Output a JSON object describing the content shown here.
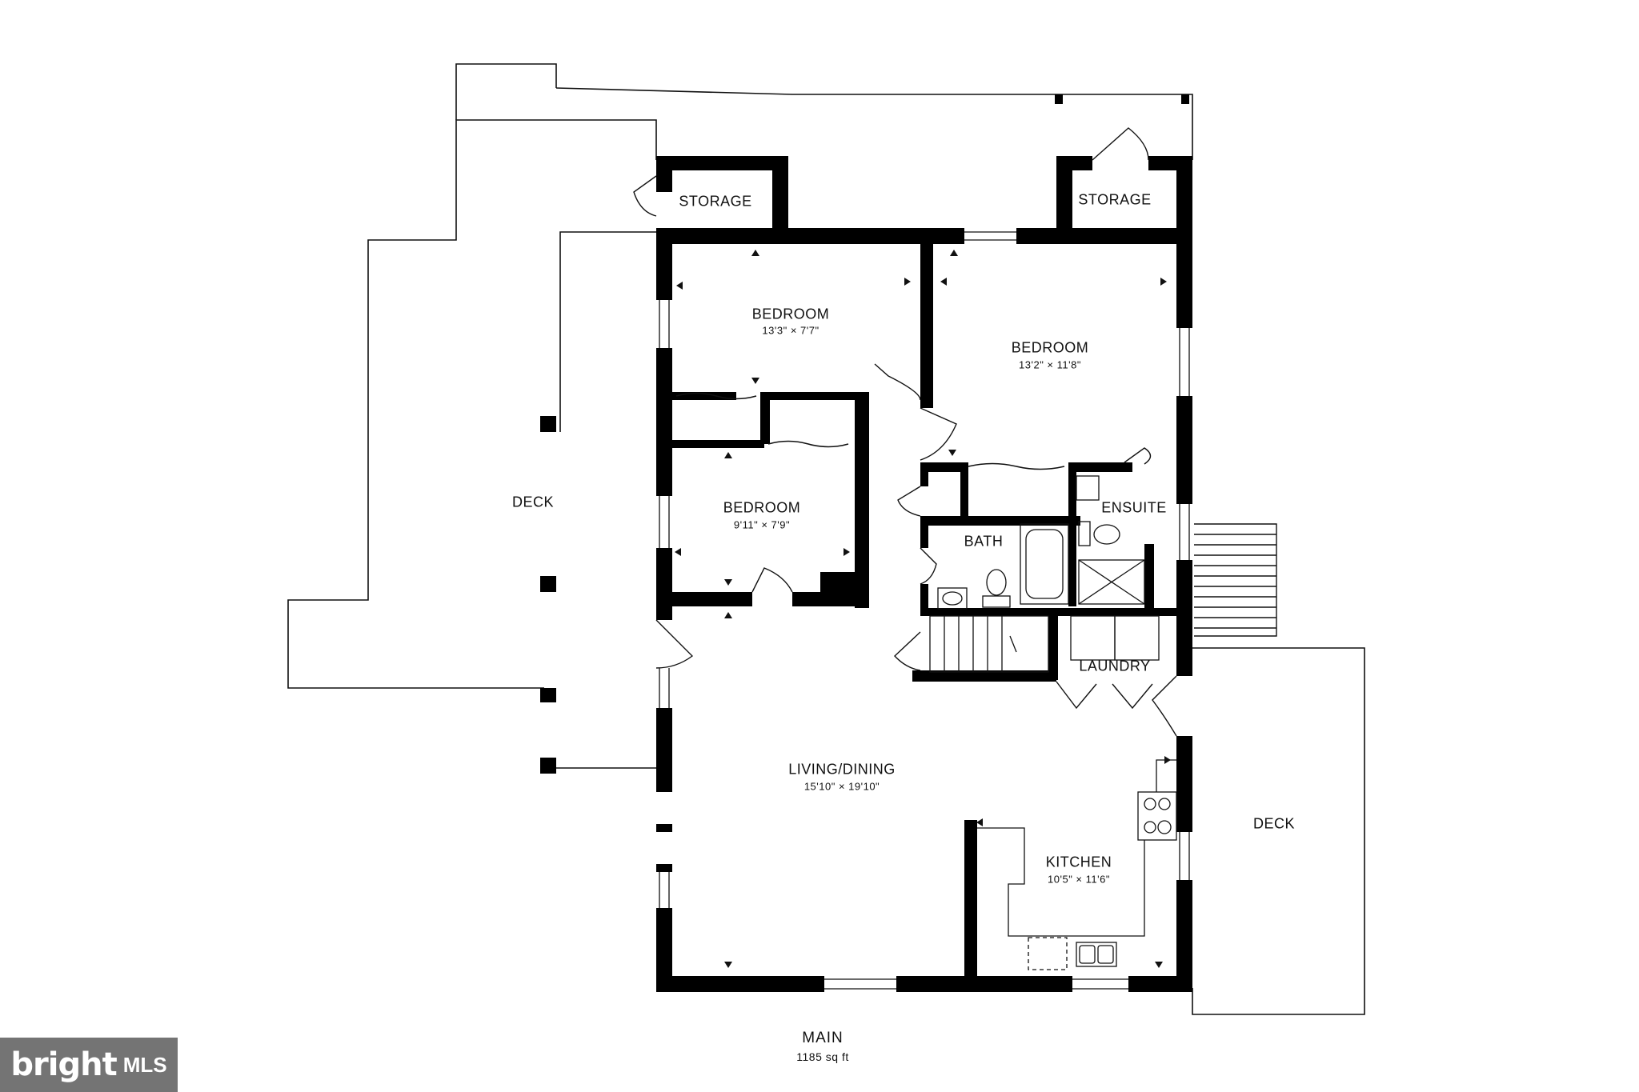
{
  "rooms": {
    "storage_left": {
      "name": "STORAGE"
    },
    "storage_right": {
      "name": "STORAGE"
    },
    "bedroom_1": {
      "name": "BEDROOM",
      "dims": "13'3\" × 7'7\""
    },
    "bedroom_2": {
      "name": "BEDROOM",
      "dims": "13'2\" × 11'8\""
    },
    "bedroom_3": {
      "name": "BEDROOM",
      "dims": "9'11\" × 7'9\""
    },
    "bath": {
      "name": "BATH"
    },
    "ensuite": {
      "name": "ENSUITE"
    },
    "laundry": {
      "name": "LAUNDRY"
    },
    "living_dining": {
      "name": "LIVING/DINING",
      "dims": "15'10\" × 19'10\""
    },
    "kitchen": {
      "name": "KITCHEN",
      "dims": "10'5\" × 11'6\""
    },
    "deck_left": {
      "name": "DECK"
    },
    "deck_right": {
      "name": "DECK"
    }
  },
  "floor": {
    "name": "MAIN",
    "area": "1185 sq ft"
  },
  "branding": {
    "name": "bright",
    "suffix": "MLS"
  },
  "colors": {
    "wall": "#000000",
    "outline": "#111111",
    "logo_bg": "#747474"
  }
}
